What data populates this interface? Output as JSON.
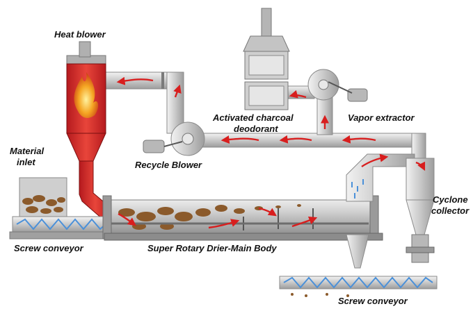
{
  "labels": {
    "heat_blower": "Heat blower",
    "material_inlet_1": "Material",
    "material_inlet_2": "inlet",
    "screw_conveyor_left": "Screw conveyor",
    "super_rotary_drier": "Super Rotary Drier-Main Body",
    "recycle_blower": "Recycle Blower",
    "activated_charcoal_1": "Activated charcoal",
    "activated_charcoal_2": "deodorant",
    "vapor_extractor": "Vapor extractor",
    "cyclone_collector_1": "Cyclone",
    "cyclone_collector_2": "collector",
    "screw_conveyor_bottom": "Screw conveyor"
  },
  "colors": {
    "pipe": "#d4d4d4",
    "pipe_edge": "#8a8a8a",
    "steel_dark": "#9a9a9a",
    "heat": "#d8262a",
    "flame": "#f5a623",
    "material": "#8b5a2b",
    "arrow": "#d81e1e",
    "water": "#4a90d9"
  }
}
